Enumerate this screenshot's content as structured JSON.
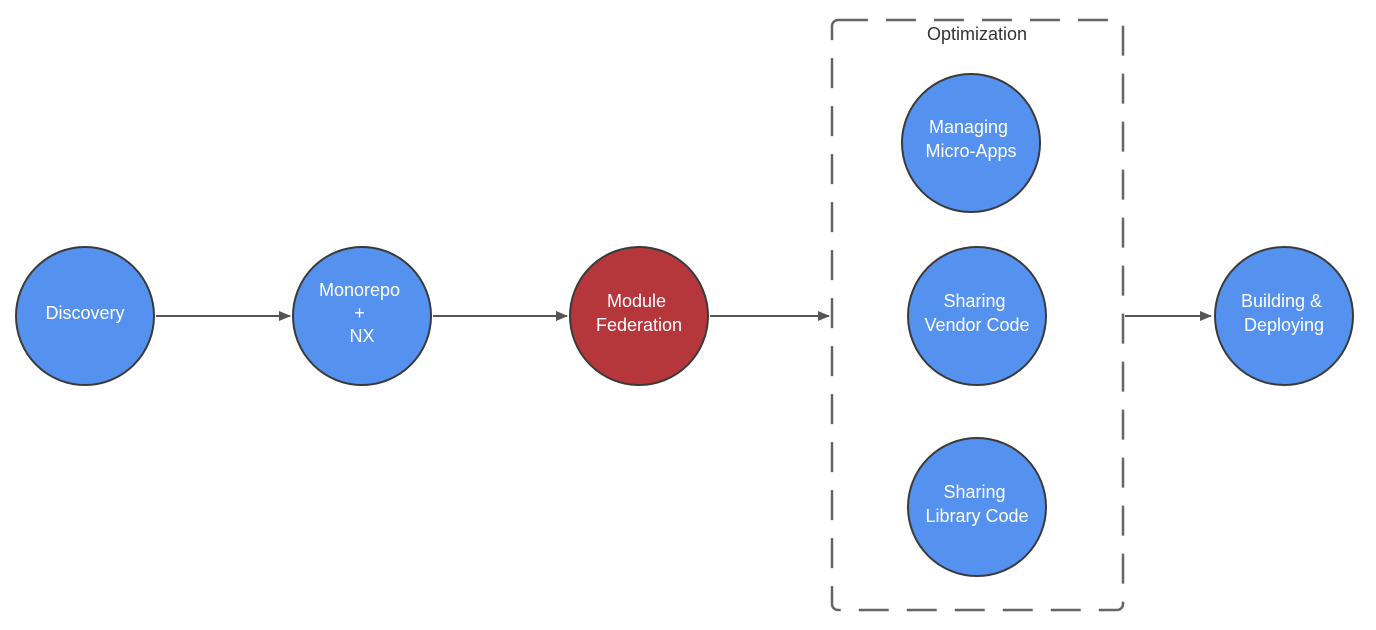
{
  "colors": {
    "node_blue": "#5592ef",
    "node_red": "#b5373c",
    "stroke": "#3a3a3a",
    "edge": "#555555",
    "group_border": "#666666"
  },
  "group": {
    "label": "Optimization"
  },
  "nodes": {
    "discovery": {
      "lines": [
        "Discovery"
      ]
    },
    "monorepo": {
      "lines": [
        "Monorepo",
        "+",
        "NX"
      ]
    },
    "module_federation": {
      "lines": [
        "Module",
        "Federation"
      ]
    },
    "managing_micro_apps": {
      "lines": [
        "Managing",
        "Micro-Apps"
      ]
    },
    "sharing_vendor_code": {
      "lines": [
        "Sharing",
        "Vendor Code"
      ]
    },
    "sharing_library_code": {
      "lines": [
        "Sharing",
        "Library Code"
      ]
    },
    "building_deploying": {
      "lines": [
        "Building &",
        "Deploying"
      ]
    }
  },
  "edges": [
    {
      "from": "Discovery",
      "to": "Monorepo + NX"
    },
    {
      "from": "Monorepo + NX",
      "to": "Module Federation"
    },
    {
      "from": "Module Federation",
      "to": "Optimization"
    },
    {
      "from": "Optimization",
      "to": "Building & Deploying"
    }
  ]
}
